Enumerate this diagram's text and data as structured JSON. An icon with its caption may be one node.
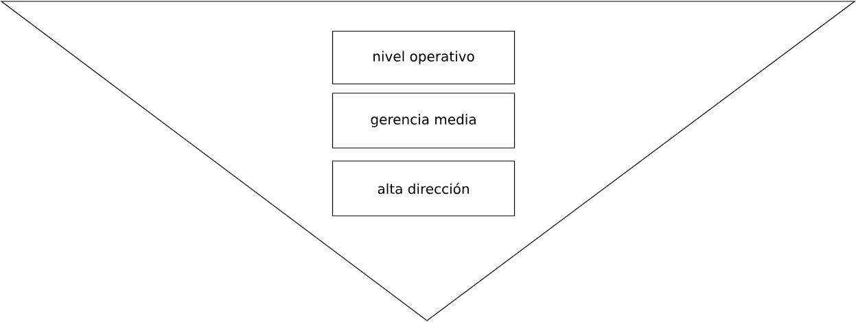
{
  "diagram": {
    "nodes": [
      {
        "text": [],
        "shape": "triangle"
      },
      {
        "text": [
          "nivel operativo"
        ],
        "in": 0
      },
      {
        "text": [
          "gerencia media"
        ],
        "in": 0
      },
      {
        "text": [
          "alta dirección"
        ],
        "in": 0
      }
    ]
  }
}
